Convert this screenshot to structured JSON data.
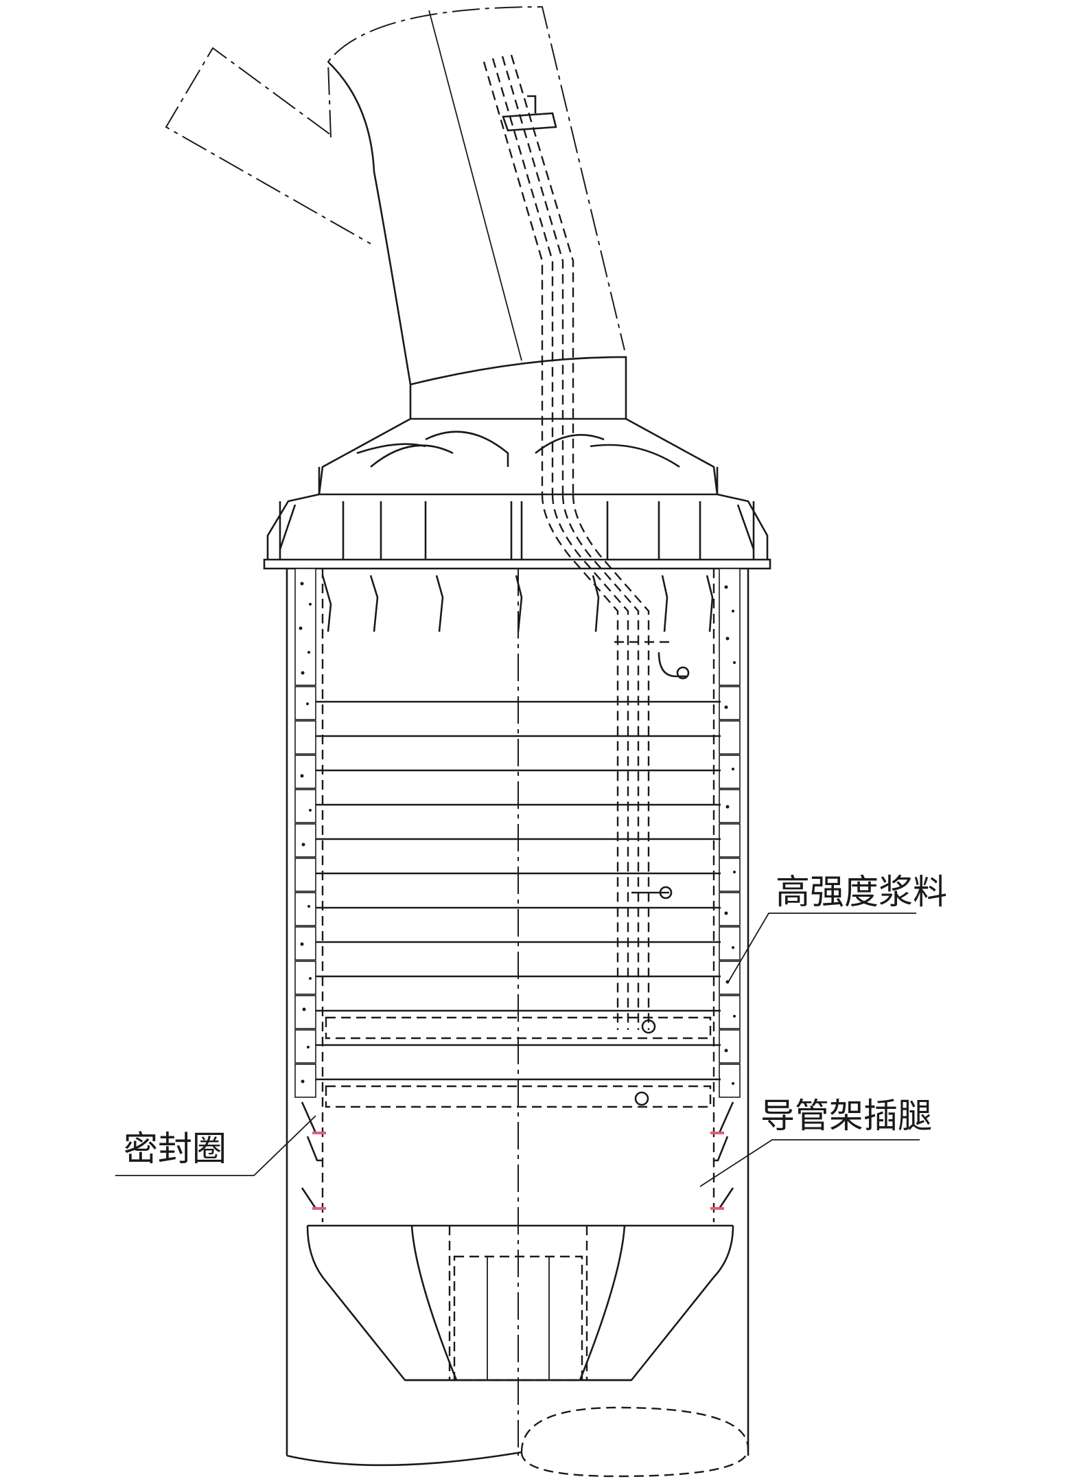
{
  "labels": {
    "grout": "高强度浆料",
    "sleeve_leg": "导管架插腿",
    "seal_ring": "密封圈"
  },
  "colors": {
    "line": "#1a1a1a",
    "seal": "#e0607a",
    "background": "#ffffff"
  }
}
